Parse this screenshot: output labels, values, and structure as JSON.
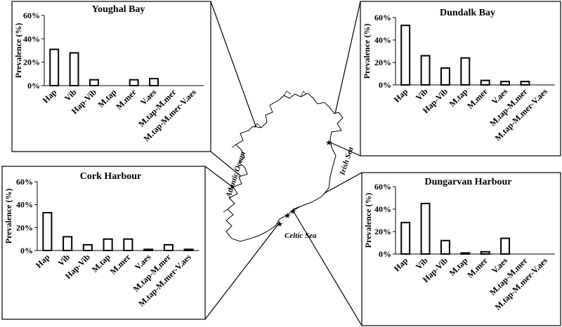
{
  "map": {
    "labels": {
      "atlantic": "Atlantic Ocean",
      "irish": "Irish Sea",
      "celtic": "Celtic Sea"
    }
  },
  "chart_data": [
    {
      "type": "bar",
      "title": "Youghal Bay",
      "ylabel": "Prevalence (%)",
      "xlabel": "",
      "ylim": [
        0,
        60
      ],
      "yticks": [
        "0%",
        "20%",
        "40%",
        "60%"
      ],
      "categories": [
        "Hap",
        "Vib",
        "Hap-Vib",
        "M.tap",
        "M.mer",
        "V.aes",
        "M.tap-M.mer",
        "M.tap-M.mer-V.aes"
      ],
      "values": [
        31,
        28,
        5,
        0,
        5,
        6,
        0,
        0
      ]
    },
    {
      "type": "bar",
      "title": "Dundalk Bay",
      "ylabel": "Prevalence (%)",
      "xlabel": "",
      "ylim": [
        0,
        60
      ],
      "yticks": [
        "0%",
        "20%",
        "40%",
        "60%"
      ],
      "categories": [
        "Hap",
        "Vib",
        "Hap-Vib",
        "M.tap",
        "M.mer",
        "V.aes",
        "M.tap-M.mer",
        "M.tap-M.mer-V.aes"
      ],
      "values": [
        53,
        26,
        15,
        24,
        4,
        3,
        3,
        0
      ]
    },
    {
      "type": "bar",
      "title": "Cork Harbour",
      "ylabel": "Prevalence (%)",
      "xlabel": "",
      "ylim": [
        0,
        60
      ],
      "yticks": [
        "0%",
        "20%",
        "40%",
        "60%"
      ],
      "categories": [
        "Hap",
        "Vib",
        "Hap-Vib",
        "M.tap",
        "M.mer",
        "V.aes",
        "M.tap-M.mer",
        "M.tap-M.mer-V.aes"
      ],
      "values": [
        33,
        12,
        5,
        10,
        10,
        1,
        5,
        1
      ]
    },
    {
      "type": "bar",
      "title": "Dungarvan Harbour",
      "ylabel": "Prevalence (%)",
      "xlabel": "",
      "ylim": [
        0,
        60
      ],
      "yticks": [
        "0%",
        "20%",
        "40%",
        "60%"
      ],
      "categories": [
        "Hap",
        "Vib",
        "Hap-Vib",
        "M.tap",
        "M.mer",
        "V.aes",
        "M.tap-M.mer",
        "M.tap-M.mer-V.aes"
      ],
      "values": [
        28,
        45,
        12,
        1,
        2,
        14,
        0,
        0
      ]
    }
  ]
}
